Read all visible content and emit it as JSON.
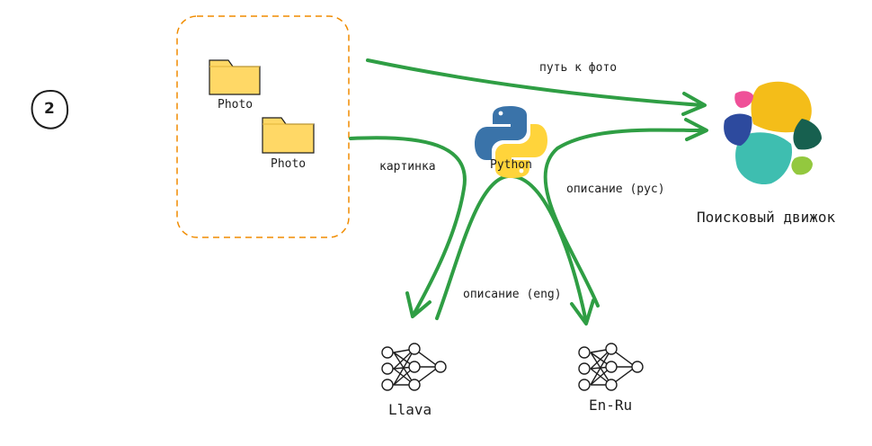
{
  "step": {
    "number": "2"
  },
  "folders": [
    {
      "label": "Photo"
    },
    {
      "label": "Photo"
    }
  ],
  "python": {
    "label": "Python"
  },
  "search_engine": {
    "label": "Поисковый движок"
  },
  "models": [
    {
      "label": "Llava"
    },
    {
      "label": "En-Ru"
    }
  ],
  "edges": {
    "path_to_photo": "путь к фото",
    "picture": "картинка",
    "description_rus": "описание (рус)",
    "description_eng": "описание (eng)"
  },
  "colors": {
    "arrow": "#2f9e44",
    "dash_border": "#f08c00",
    "folder": "#ffd866",
    "folder_stroke": "#1e1e1e",
    "elastic_yellow": "#f4bd19",
    "elastic_teal": "#3ebeb0",
    "elastic_pink": "#ef5098",
    "elastic_blue": "#2d4a9e",
    "elastic_green": "#17604f",
    "elastic_lime": "#93c83e",
    "python_blue": "#3a73a9",
    "python_yellow": "#ffd43b"
  }
}
